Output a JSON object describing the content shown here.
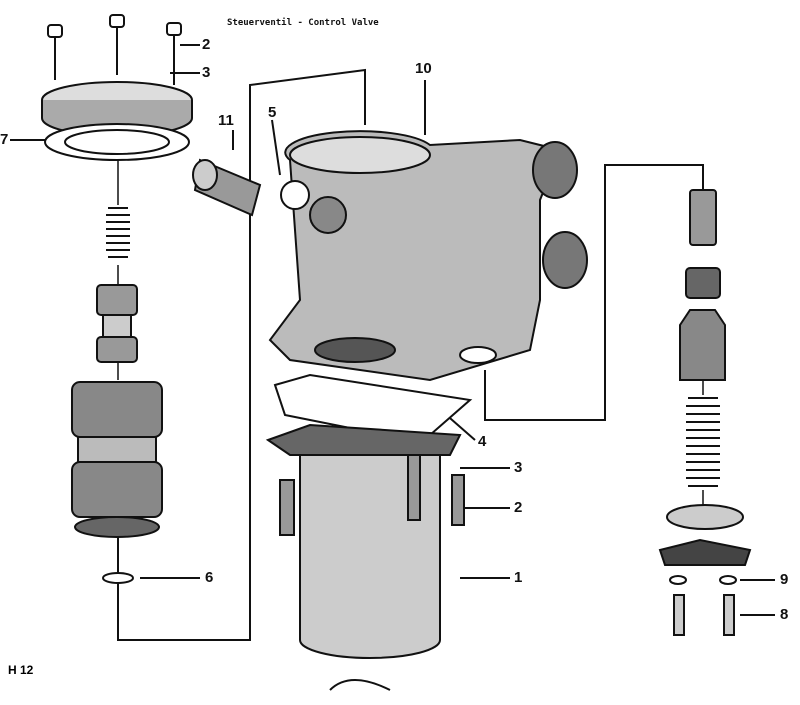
{
  "title": "Steuerventil - Control Valve",
  "figure_id": "H 12",
  "callouts": {
    "c2_top": "2",
    "c3_top": "3",
    "c7": "7",
    "c11": "11",
    "c5": "5",
    "c10": "10",
    "c4": "4",
    "c3_mid": "3",
    "c2_mid": "2",
    "c1": "1",
    "c6": "6",
    "c9": "9",
    "c8": "8"
  }
}
